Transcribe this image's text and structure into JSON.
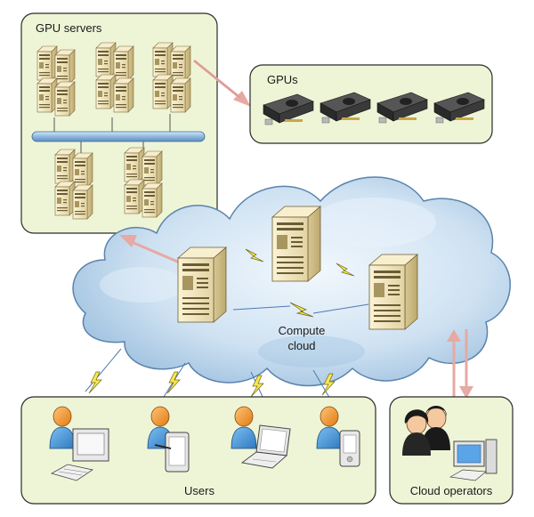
{
  "labels": {
    "gpu_servers": "GPU servers",
    "gpus": "GPUs",
    "compute_cloud_line1": "Compute",
    "compute_cloud_line2": "cloud",
    "users": "Users",
    "cloud_operators": "Cloud operators"
  },
  "colors": {
    "panel_fill": "#eef5d6",
    "panel_stroke": "#2b2b2b",
    "cloud_fill": "#bcd6ec",
    "cloud_stroke": "#5a83ad",
    "arrow": "#e6a9a4",
    "bolt": "#f2e34a",
    "server_body": "#efe4c0",
    "gpu_card": "#2e2e2e",
    "user_head": "#f39a30",
    "user_body": "#3f8fd2"
  },
  "icons": {
    "gpu_server": "gpu-server-icon",
    "gpu_card": "gpu-card-icon",
    "cloud_server": "cloud-server-icon",
    "lightning": "lightning-bolt-icon",
    "user": "user-icon",
    "operator": "operator-icon"
  }
}
